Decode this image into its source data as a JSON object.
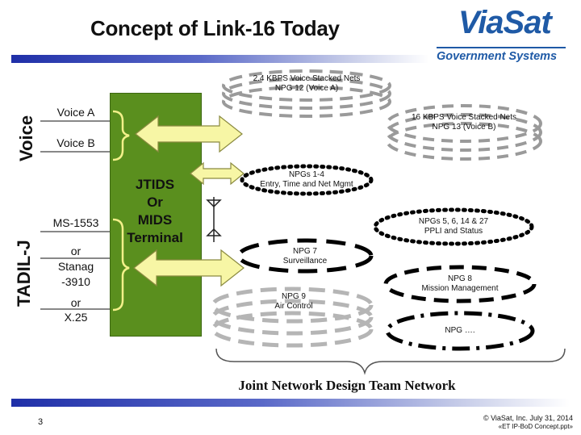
{
  "title": "Concept of Link-16 Today",
  "logo": {
    "wordmark": "ViaSat",
    "division": "Government Systems",
    "color": "#1f5aa6"
  },
  "side_labels": {
    "voice": "Voice",
    "tadil": "TADIL-J"
  },
  "inputs": {
    "voice_a": "Voice A",
    "voice_b": "Voice B",
    "ms1553": "MS-1553",
    "or1": "or",
    "stanag": "Stanag",
    "stanag_num": "-3910",
    "or2": "or",
    "x25": "X.25"
  },
  "terminal": {
    "line1": "JTIDS",
    "line2": "Or",
    "line3": "MIDS",
    "line4": "Terminal",
    "color": "#5a8f1e"
  },
  "nets": {
    "npg12": {
      "line1": "2.4 KBPS Voice Stacked Nets",
      "line2": "NPG 12 (Voice A)"
    },
    "npg13": {
      "line1": "16 KBPS Voice Stacked Nets",
      "line2": "NPG 13 (Voice B)"
    },
    "npg1_4": {
      "line1": "NPGs 1-4",
      "line2": "Entry, Time and Net Mgmt"
    },
    "npg5": {
      "line1": "NPGs 5, 6, 14 & 27",
      "line2": "PPLI and Status"
    },
    "npg7": {
      "line1": "NPG 7",
      "line2": "Surveillance"
    },
    "npg8": {
      "line1": "NPG 8",
      "line2": "Mission Management"
    },
    "npg9": {
      "line1": "NPG 9",
      "line2": "Air Control"
    },
    "npgx": {
      "line1": "NPG …."
    }
  },
  "network_label": "Joint Network Design Team Network",
  "footer": {
    "page": "3",
    "copyright": "©  ViaSat, Inc. July 31, 2014",
    "file": "«ET IP-BoD Concept.ppt»"
  }
}
